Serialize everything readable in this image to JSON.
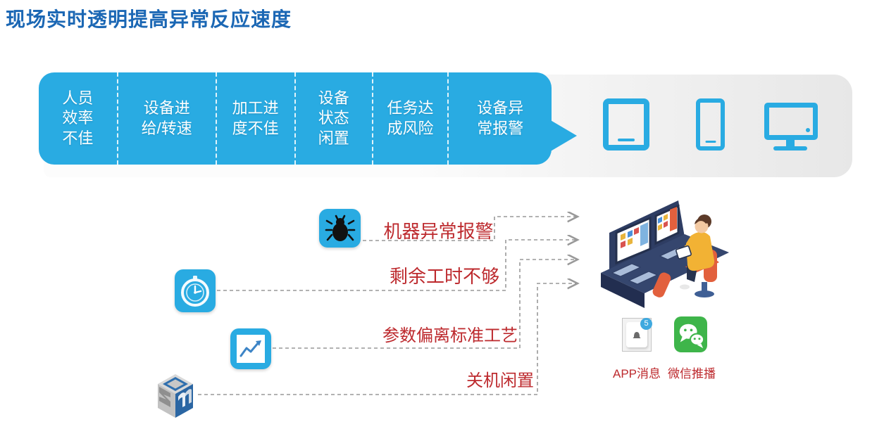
{
  "title": "现场实时透明提高异常反应速度",
  "banner": {
    "color": "#29abe2",
    "items": [
      {
        "label": "人员\n效率\n不佳"
      },
      {
        "label": "设备进\n给/转速"
      },
      {
        "label": "加工进\n度不佳"
      },
      {
        "label": "设备\n状态\n闲置"
      },
      {
        "label": "任务达\n成风险"
      },
      {
        "label": "设备异\n常报警"
      }
    ]
  },
  "devices": [
    {
      "icon": "tablet-icon"
    },
    {
      "icon": "phone-icon"
    },
    {
      "icon": "monitor-icon"
    }
  ],
  "flow": {
    "alerts": [
      {
        "icon": "bug-icon",
        "label": "机器异常报警"
      },
      {
        "icon": "clock-icon",
        "label": "剩余工时不够"
      },
      {
        "icon": "trend-chart-icon",
        "label": "参数偏离标准工艺"
      },
      {
        "icon": "machine-logo-icon",
        "label": "关机闲置"
      }
    ],
    "target": "control-station-illustration"
  },
  "channels": [
    {
      "icon": "app-message-icon",
      "label": "APP消息",
      "badge": "5"
    },
    {
      "icon": "wechat-icon",
      "label": "微信推播"
    }
  ],
  "colors": {
    "accent_blue": "#29abe2",
    "title_blue": "#1b67b4",
    "alert_red": "#bd2a2e",
    "connector_gray": "#999999",
    "wechat_green": "#3eb54a",
    "badge_blue": "#3fa9df",
    "band_gray": "#e7e7e7"
  }
}
